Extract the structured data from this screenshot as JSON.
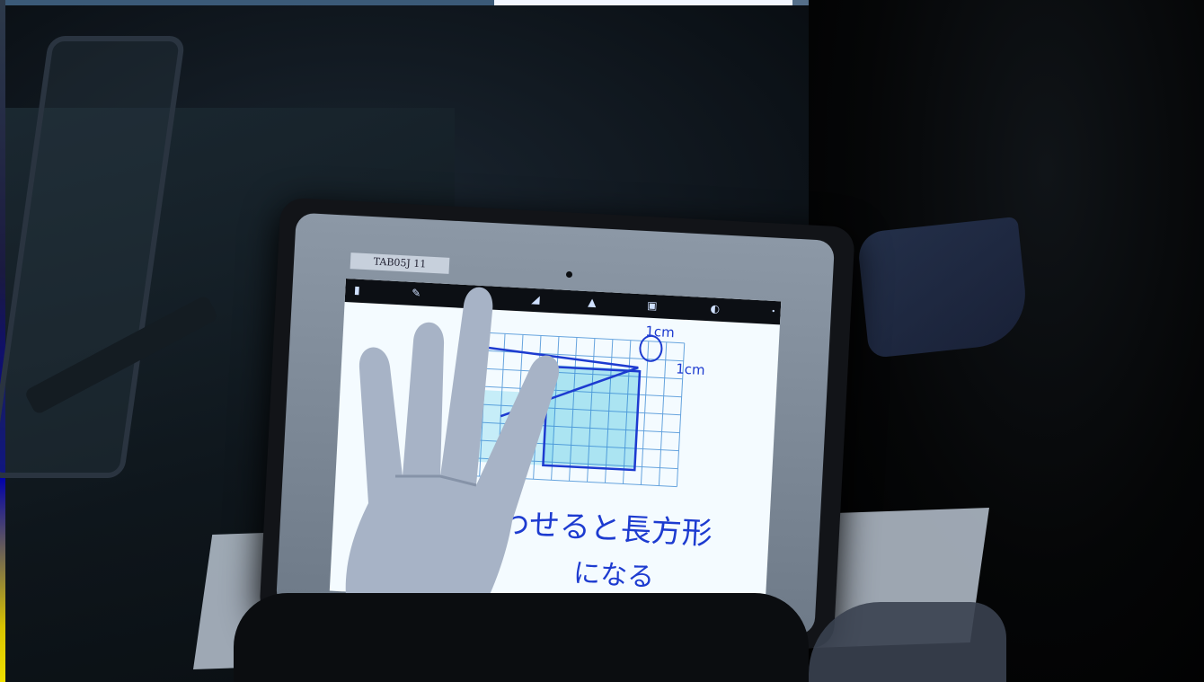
{
  "photo": {
    "device_label": "TAB05J  11",
    "screen": {
      "measure_1": "1cm",
      "measure_2": "1cm",
      "handwriting_line_1": "合わせると長方形",
      "handwriting_line_2": "になる",
      "grid_columns": 12,
      "grid_rows": 8
    }
  },
  "icons": [
    "pen-icon",
    "eraser-icon",
    "stamp-icon",
    "save-icon",
    "undo-icon"
  ],
  "colors": {
    "screen_bg": "#f4fbff",
    "grid_line": "#2a7fd0",
    "grid_fill": "#6fd1e8",
    "ink": "#1d3bd0",
    "bezel": "#7e8a98"
  }
}
